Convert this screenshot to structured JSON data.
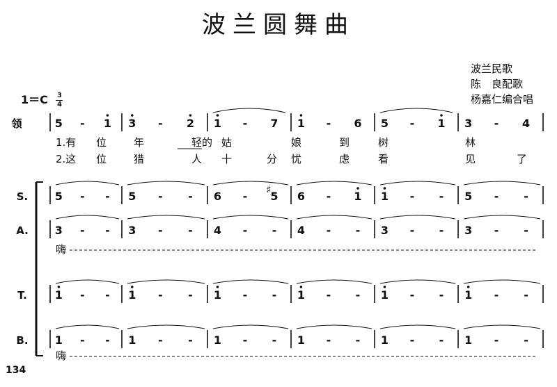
{
  "title": "波兰圆舞曲",
  "credits": [
    "波兰民歌",
    "陈　良配歌",
    "杨嘉仁编合唱"
  ],
  "key": {
    "label": "1＝C",
    "numerator": "3",
    "denominator": "4"
  },
  "page_number": "134",
  "parts": {
    "lead": {
      "label": "领",
      "measures": [
        [
          "5",
          "-",
          "i"
        ],
        [
          "3",
          "-",
          "2"
        ],
        [
          "i",
          "-",
          "7"
        ],
        [
          "i",
          "-",
          "6"
        ],
        [
          "5",
          "-",
          "i"
        ],
        [
          "3",
          "-",
          "4"
        ]
      ]
    },
    "s": {
      "label": "S.",
      "measures": [
        [
          "5",
          "-",
          "-"
        ],
        [
          "5",
          "-",
          "-"
        ],
        [
          "6",
          "-",
          "♯5"
        ],
        [
          "6",
          "-",
          "i"
        ],
        [
          "i",
          "-",
          "-"
        ],
        [
          "5",
          "-",
          "-"
        ]
      ]
    },
    "a": {
      "label": "A.",
      "measures": [
        [
          "3",
          "-",
          "-"
        ],
        [
          "3",
          "-",
          "-"
        ],
        [
          "4",
          "-",
          "-"
        ],
        [
          "4",
          "-",
          "-"
        ],
        [
          "3",
          "-",
          "-"
        ],
        [
          "3",
          "-",
          "-"
        ]
      ]
    },
    "t": {
      "label": "T.",
      "measures": [
        [
          "i",
          "-",
          "-"
        ],
        [
          "i",
          "-",
          "-"
        ],
        [
          "i",
          "-",
          "-"
        ],
        [
          "i",
          "-",
          "-"
        ],
        [
          "i",
          "-",
          "-"
        ],
        [
          "i",
          "-",
          "-"
        ]
      ]
    },
    "b": {
      "label": "B.",
      "measures": [
        [
          "1",
          "-",
          "-"
        ],
        [
          "1",
          "-",
          "-"
        ],
        [
          "1",
          "-",
          "-"
        ],
        [
          "1",
          "-",
          "-"
        ],
        [
          "1",
          "-",
          "-"
        ],
        [
          "1",
          "-",
          "-"
        ]
      ]
    }
  },
  "lyrics": {
    "verse1": [
      "1.有",
      "位",
      "年",
      "轻的",
      "姑",
      "娘",
      "到",
      "树",
      "林"
    ],
    "verse2": [
      "2.这",
      "位",
      "猎",
      "人",
      "十",
      "分",
      "忧",
      "虑",
      "看",
      "见",
      "了"
    ]
  },
  "hum_syllable": "嗨"
}
